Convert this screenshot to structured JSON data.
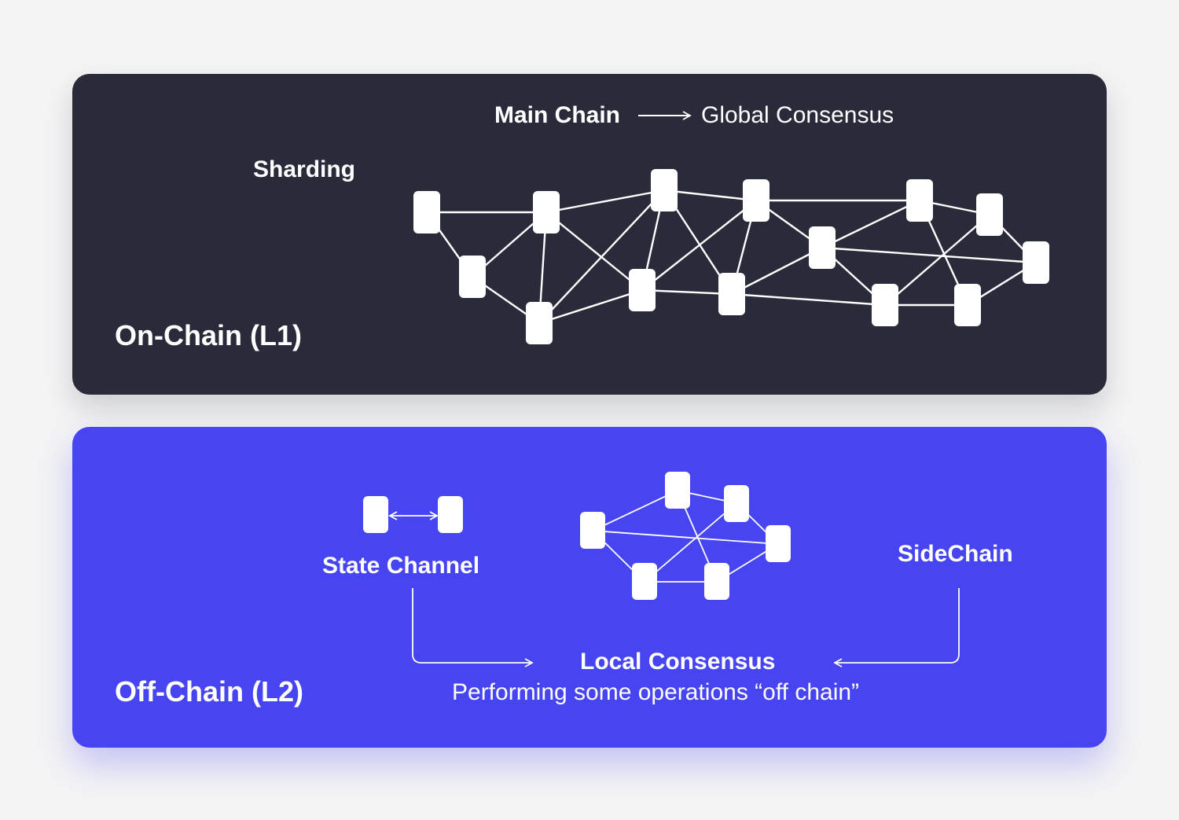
{
  "colors": {
    "page_background": "#f4f4f5",
    "on_chain_panel": "#292b3a",
    "off_chain_panel": "#4745f2",
    "node_fill": "#ffffff",
    "line": "#ffffff"
  },
  "on_chain": {
    "layer_label": "On-Chain (L1)",
    "main_chain_label": "Main Chain",
    "global_consensus_label": "Global Consensus",
    "sharding_label": "Sharding"
  },
  "off_chain": {
    "layer_label": "Off-Chain (L2)",
    "state_channel_label": "State Channel",
    "sidechain_label": "SideChain",
    "local_consensus_label": "Local Consensus",
    "performing_label": "Performing some operations “off chain”"
  }
}
